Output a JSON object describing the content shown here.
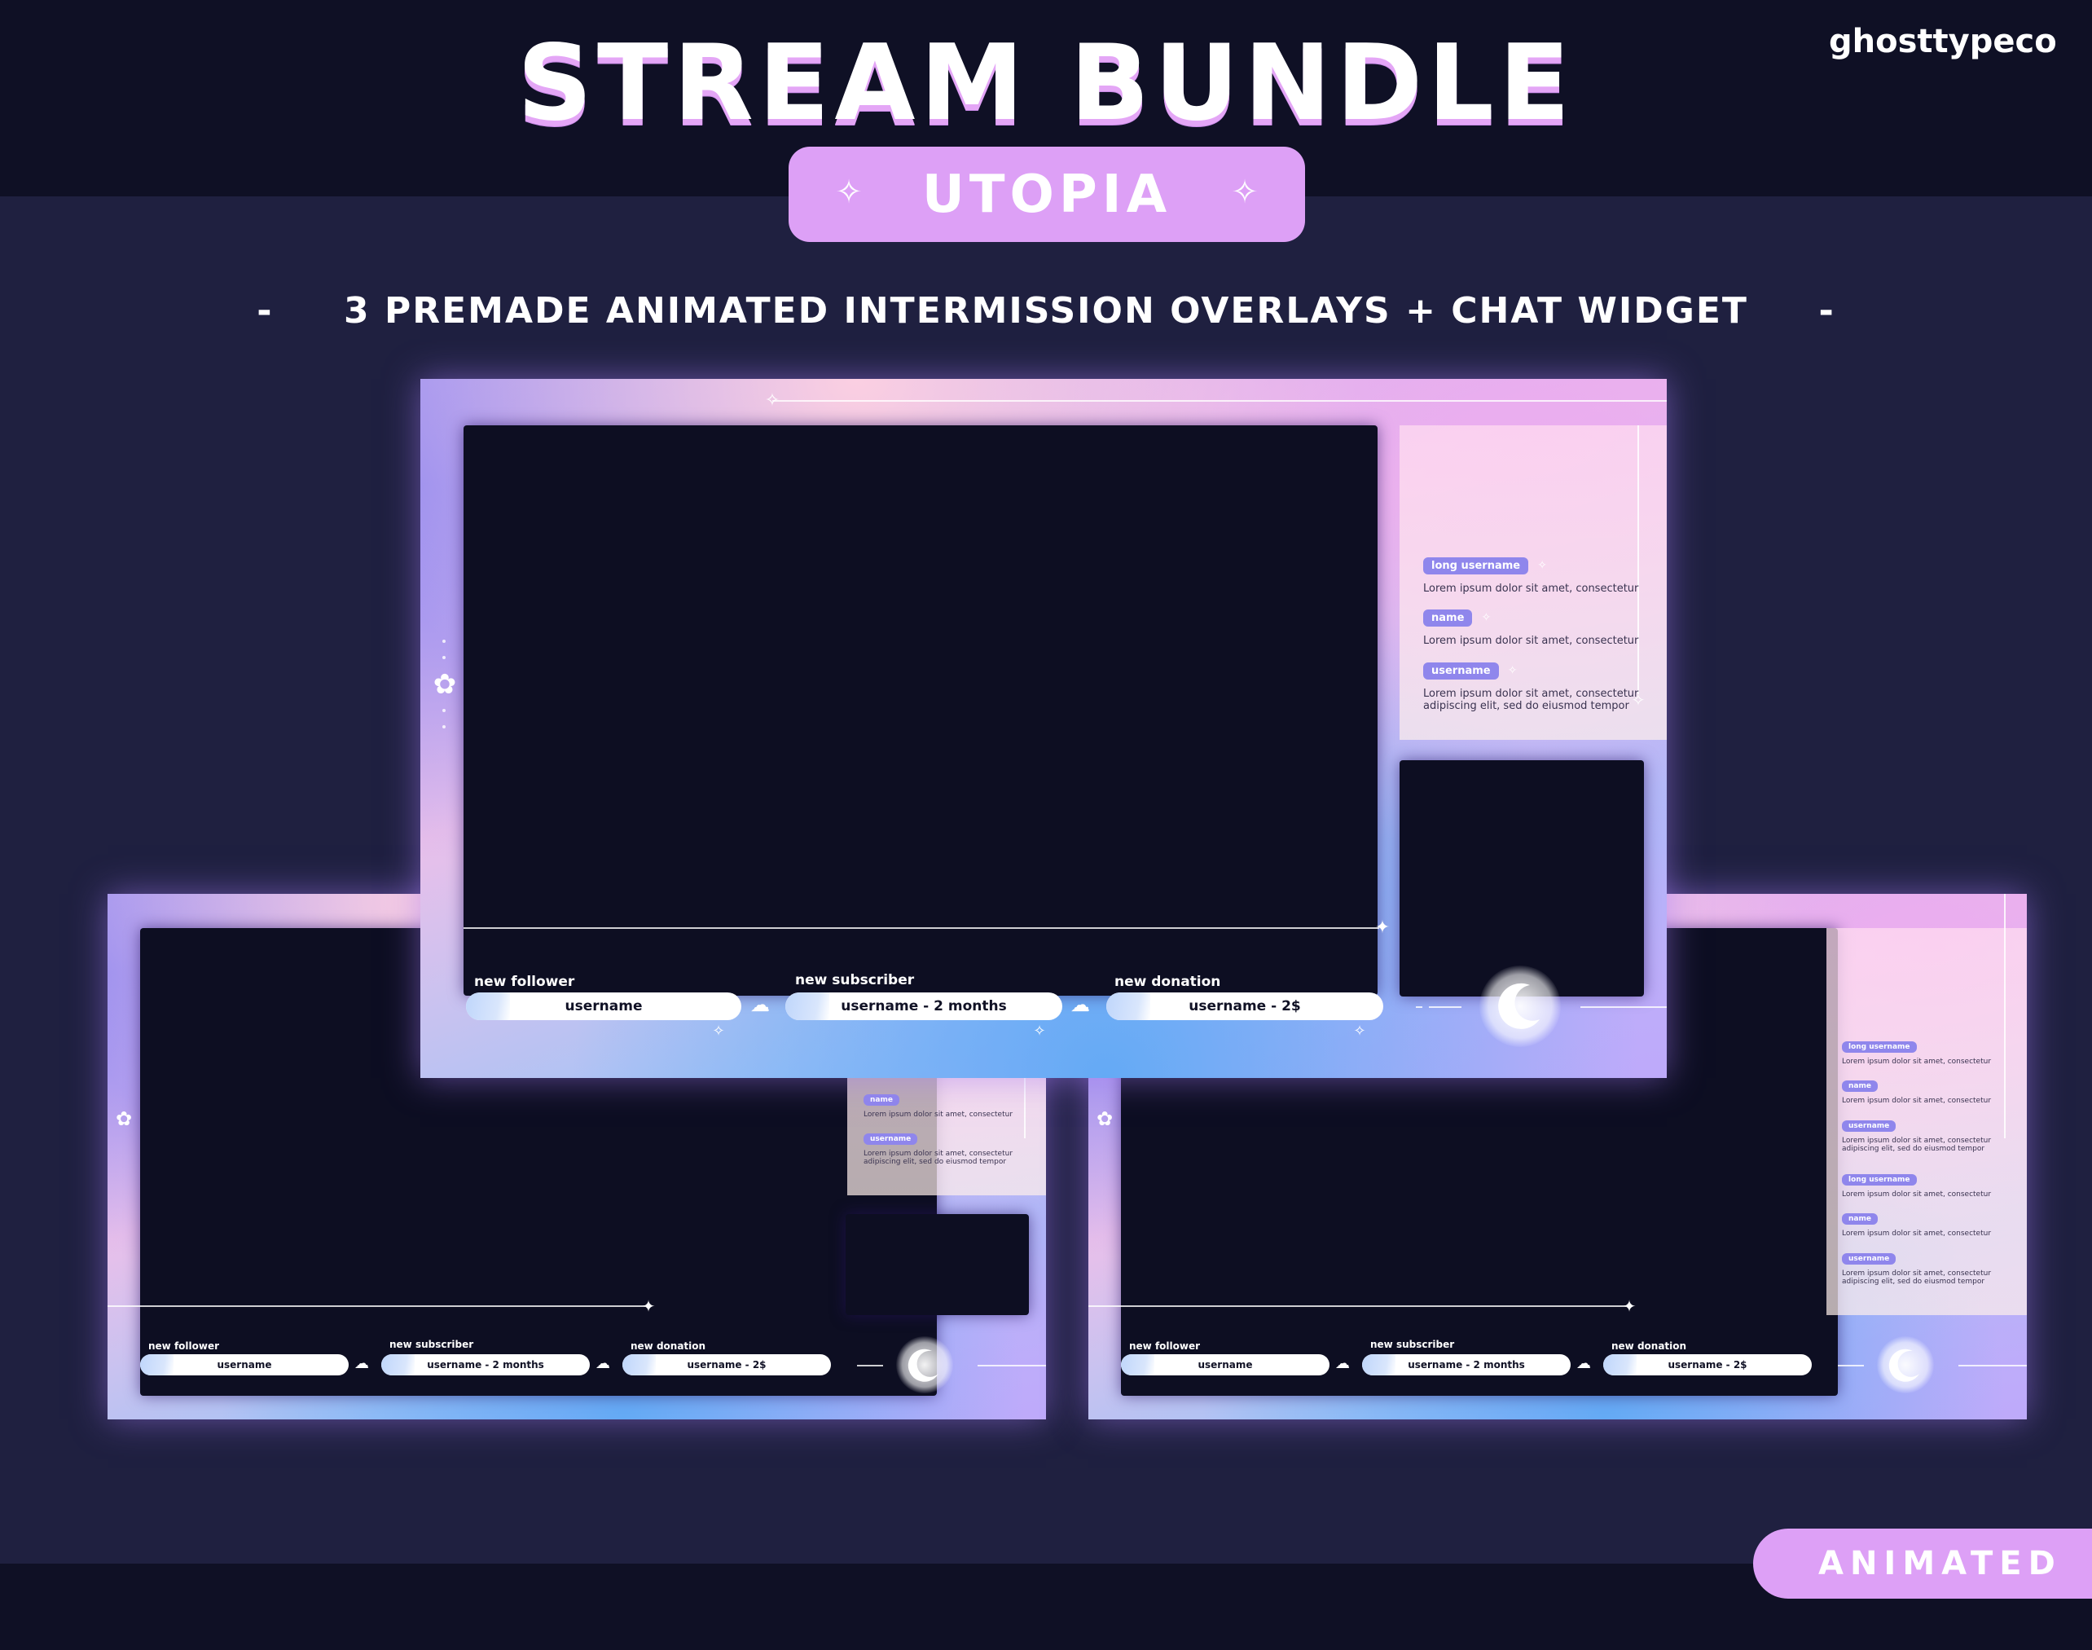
{
  "header": {
    "title": "STREAM BUNDLE",
    "brand": "ghosttypeco",
    "theme_name": "UTOPIA",
    "theme_pill_color": "#dda0f6",
    "sparkle_icon": "sparkle-icon"
  },
  "subtitle": "-     3 PREMADE ANIMATED INTERMISSION OVERLAYS + CHAT WIDGET     -",
  "badge": {
    "label": "ANIMATED"
  },
  "colors": {
    "background": "#1f2040",
    "band": "#0f1025",
    "accent": "#dda0f6",
    "tag": "#8f86ec",
    "screen": "#0d0e22"
  },
  "overlays": {
    "main": {
      "chat": [
        {
          "user": "long username",
          "text": "Lorem ipsum dolor sit amet, consectetur"
        },
        {
          "user": "name",
          "text": "Lorem ipsum dolor sit amet, consectetur"
        },
        {
          "user": "username",
          "text": "Lorem ipsum dolor sit amet, consectetur\nadipiscing elit, sed do eiusmod tempor"
        }
      ],
      "alerts": [
        {
          "label": "new follower",
          "value": "username"
        },
        {
          "label": "new subscriber",
          "value": "username - 2 months"
        },
        {
          "label": "new donation",
          "value": "username - 2$"
        }
      ]
    },
    "left": {
      "chat": [
        {
          "user": "name",
          "text": "Lorem ipsum dolor sit amet, consectetur"
        },
        {
          "user": "username",
          "text": "Lorem ipsum dolor sit amet, consectetur\nadipiscing elit, sed do eiusmod tempor"
        }
      ],
      "alerts": [
        {
          "label": "new follower",
          "value": "username"
        },
        {
          "label": "new subscriber",
          "value": "username - 2 months"
        },
        {
          "label": "new donation",
          "value": "username - 2$"
        }
      ]
    },
    "right": {
      "chat": [
        {
          "user": "long username",
          "text": "Lorem ipsum dolor sit amet, consectetur"
        },
        {
          "user": "name",
          "text": "Lorem ipsum dolor sit amet, consectetur"
        },
        {
          "user": "username",
          "text": "Lorem ipsum dolor sit amet, consectetur\nadipiscing elit, sed do eiusmod tempor"
        },
        {
          "user": "long username",
          "text": "Lorem ipsum dolor sit amet, consectetur"
        },
        {
          "user": "name",
          "text": "Lorem ipsum dolor sit amet, consectetur"
        },
        {
          "user": "username",
          "text": "Lorem ipsum dolor sit amet, consectetur\nadipiscing elit, sed do eiusmod tempor"
        }
      ],
      "alerts": [
        {
          "label": "new follower",
          "value": "username"
        },
        {
          "label": "new subscriber",
          "value": "username - 2 months"
        },
        {
          "label": "new donation",
          "value": "username - 2$"
        }
      ]
    }
  }
}
